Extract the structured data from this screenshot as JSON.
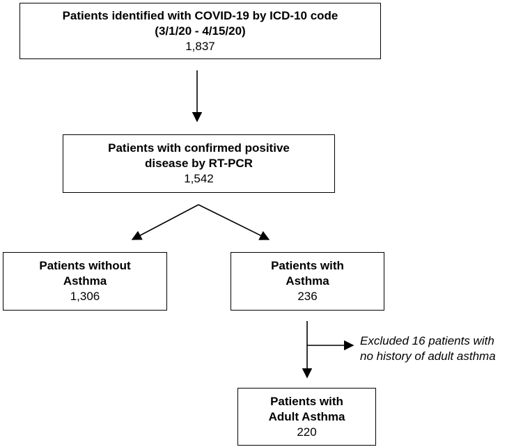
{
  "nodes": {
    "identified": {
      "title_line1": "Patients identified with COVID-19 by ICD-10 code",
      "title_line2": "(3/1/20 - 4/15/20)",
      "count": "1,837"
    },
    "confirmed": {
      "title_line1": "Patients with confirmed positive",
      "title_line2": "disease by RT-PCR",
      "count": "1,542"
    },
    "without_asthma": {
      "title_line1": "Patients without",
      "title_line2": "Asthma",
      "count": "1,306"
    },
    "with_asthma": {
      "title_line1": "Patients with",
      "title_line2": "Asthma",
      "count": "236"
    },
    "adult_asthma": {
      "title_line1": "Patients with",
      "title_line2": "Adult Asthma",
      "count": "220"
    }
  },
  "exclusion": {
    "line1": "Excluded 16 patients with",
    "line2": "no history of adult asthma"
  },
  "colors": {
    "stroke": "#000000",
    "background": "#ffffff"
  }
}
